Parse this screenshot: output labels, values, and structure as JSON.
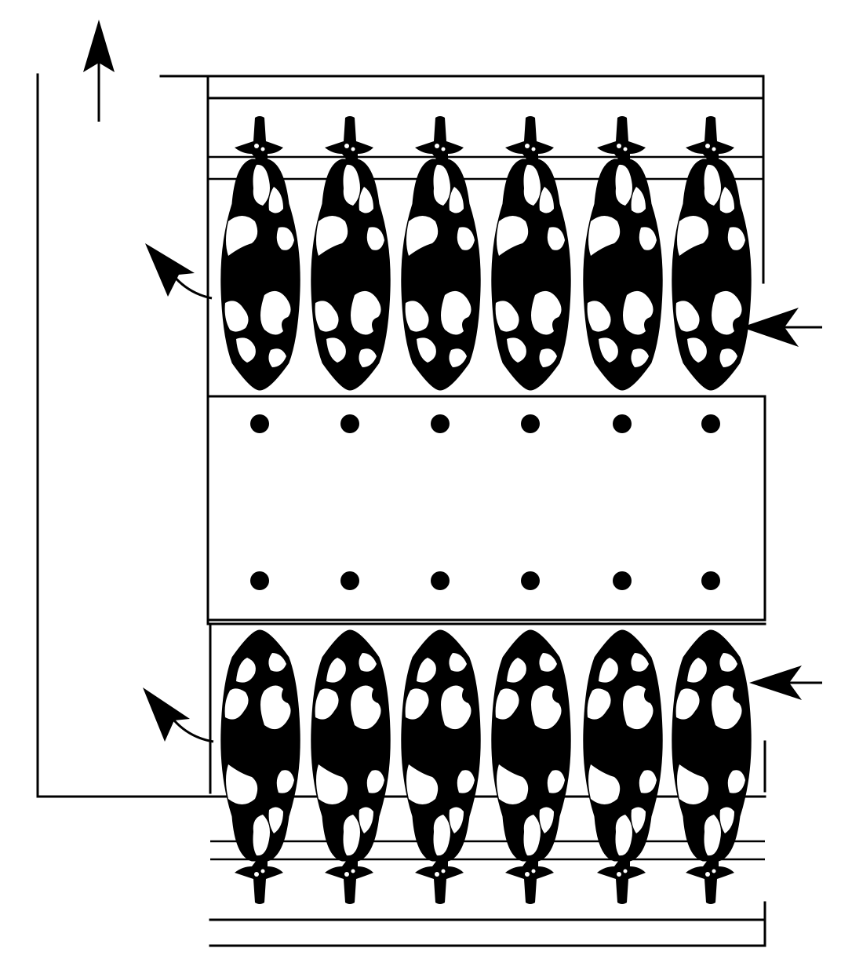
{
  "diagram": {
    "colors": {
      "ink": "#000000",
      "paper": "#ffffff"
    },
    "icons": {
      "exit_arrow": "arrow-up-icon",
      "cow": "cow-icon",
      "post": "post-dot-icon",
      "entry_arrow": "arrow-left-icon",
      "leave_arrow": "arrow-curved-out-icon"
    },
    "top_row": {
      "cow_count": 6,
      "facing": "up"
    },
    "bottom_row": {
      "cow_count": 6,
      "facing": "down"
    },
    "posts": {
      "rows": 2,
      "per_row": 6
    }
  }
}
